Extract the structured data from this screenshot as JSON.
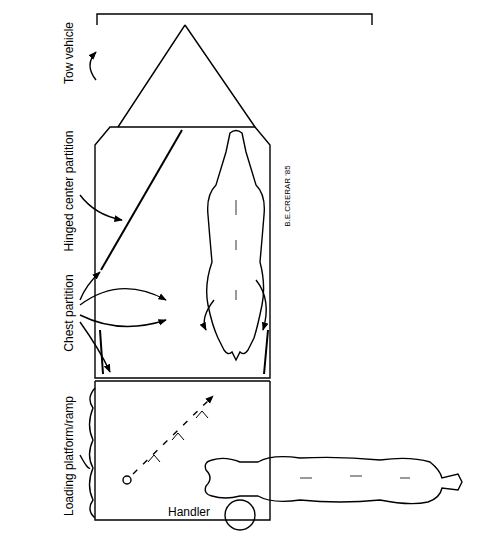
{
  "diagram": {
    "labels": [
      "Tow vehicle",
      "Hinged center partition",
      "Chest partition",
      "Loading platform/ramp",
      "Handler",
      "B.E.CRERAR '85"
    ]
  }
}
